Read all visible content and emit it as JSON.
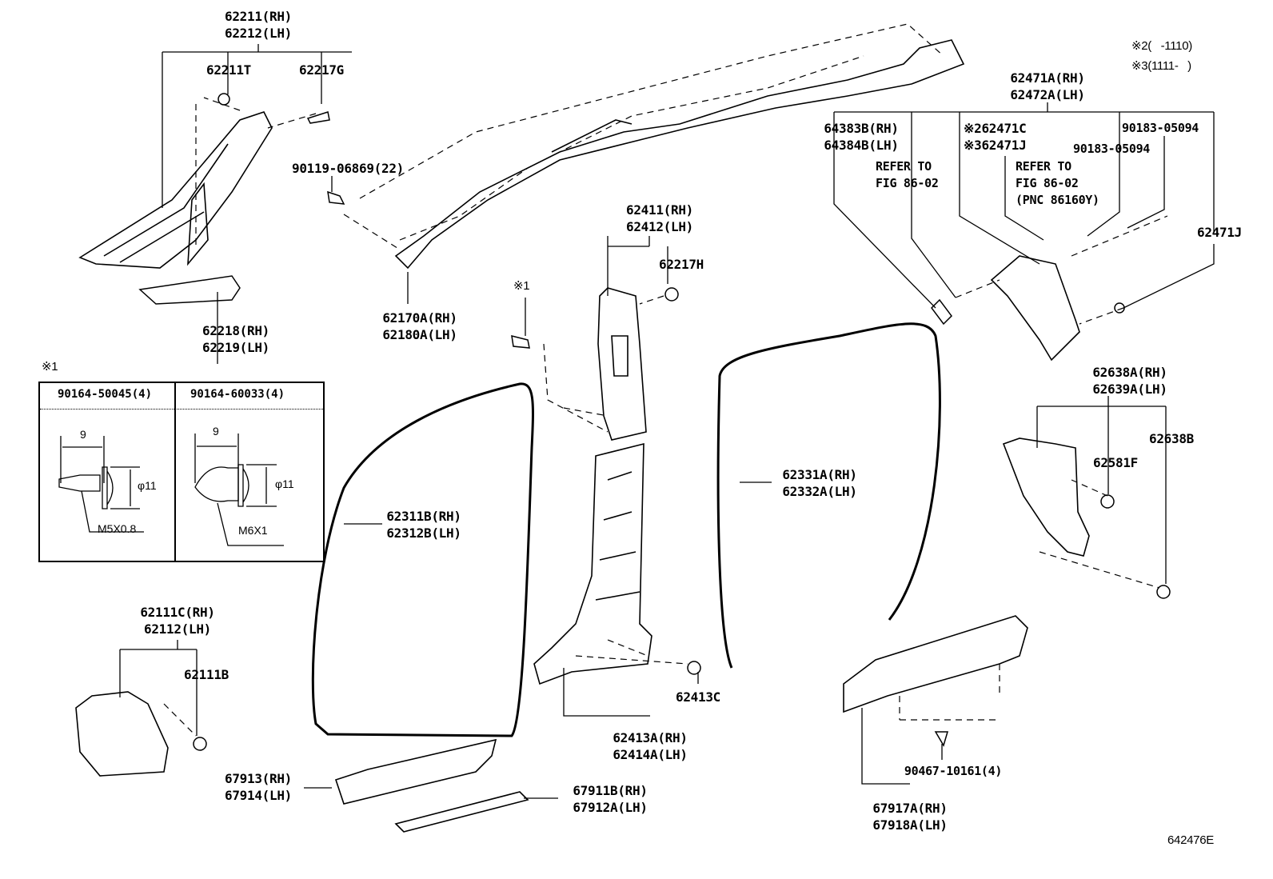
{
  "labels": {
    "p62211": [
      "62211(RH)",
      "62212(LH)"
    ],
    "p62211T": "62211T",
    "p62217G": "62217G",
    "p90119": "90119-06869(22)",
    "p62218": [
      "62218(RH)",
      "62219(LH)"
    ],
    "p62170A": [
      "62170A(RH)",
      "62180A(LH)"
    ],
    "p62411": [
      "62411(RH)",
      "62412(LH)"
    ],
    "p62217H": "62217H",
    "note1_marker": "※1",
    "notes": [
      "※2(   -1110)",
      "※3(1111-   )"
    ],
    "p62471A": [
      "62471A(RH)",
      "62472A(LH)"
    ],
    "p64383B": [
      "64383B(RH)",
      "64384B(LH)"
    ],
    "refer1": [
      "REFER TO",
      "FIG 86-02"
    ],
    "p62471C": [
      "※262471C",
      "※362471J"
    ],
    "refer2": [
      "REFER TO",
      "FIG 86-02",
      "(PNC 86160Y)"
    ],
    "p90183a": "90183-05094",
    "p90183b": "90183-05094",
    "p62471J": "62471J",
    "p62638A": [
      "62638A(RH)",
      "62639A(LH)"
    ],
    "p62638B": "62638B",
    "p62581F": "62581F",
    "p62331A": [
      "62331A(RH)",
      "62332A(LH)"
    ],
    "p62311B": [
      "62311B(RH)",
      "62312B(LH)"
    ],
    "p62111C": [
      "62111C(RH)",
      "62112(LH)"
    ],
    "p62111B": "62111B",
    "p62413C": "62413C",
    "p62413A": [
      "62413A(RH)",
      "62414A(LH)"
    ],
    "p67913": [
      "67913(RH)",
      "67914(LH)"
    ],
    "p67911B": [
      "67911B(RH)",
      "67912A(LH)"
    ],
    "p90467": "90467-10161(4)",
    "p67917A": [
      "67917A(RH)",
      "67918A(LH)"
    ],
    "figure_id": "642476E"
  },
  "detail_box": {
    "title": "※1",
    "left": {
      "part": "90164-50045(4)",
      "length": "9",
      "diameter": "φ11",
      "thread": "M5X0.8"
    },
    "right": {
      "part": "90164-60033(4)",
      "length": "9",
      "diameter": "φ11",
      "thread": "M6X1"
    }
  }
}
